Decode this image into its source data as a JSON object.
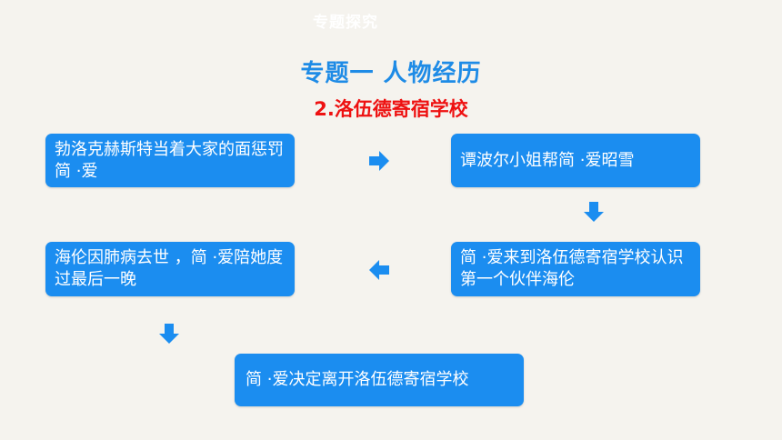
{
  "slide": {
    "header_label": "专题探究",
    "title": "专题一  人物经历",
    "subtitle": "2.洛伍德寄宿学校"
  },
  "flow": {
    "step1": "勃洛克赫斯特当着大家的面惩罚简 ·爱",
    "step2": "谭波尔小姐帮简 ·爱昭雪",
    "step3": "简 ·爱来到洛伍德寄宿学校认识第一个伙伴海伦",
    "step4": "海伦因肺病去世 ，简 ·爱陪她度过最后一晚",
    "step5": "简 ·爱决定离开洛伍德寄宿学校"
  },
  "colors": {
    "accent": "#1b8df0",
    "title": "#1e8be6",
    "subtitle": "#ee1111",
    "background": "#f5f3ee"
  },
  "icons": {
    "right": "arrow-right-icon",
    "down": "arrow-down-icon",
    "left": "arrow-left-icon"
  }
}
